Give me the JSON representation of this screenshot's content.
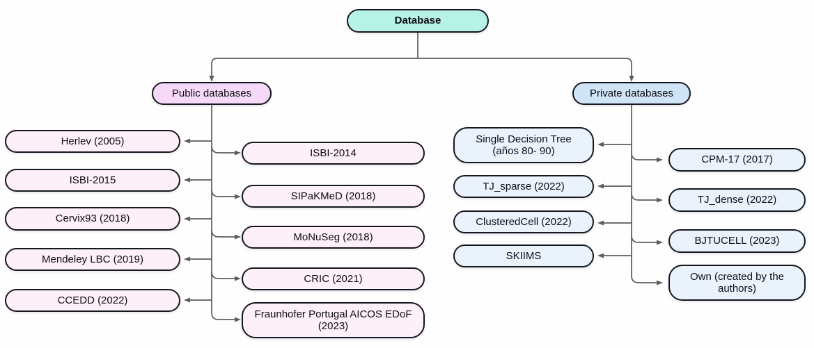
{
  "diagram": {
    "root": {
      "label": "Database"
    },
    "public": {
      "label": "Public databases",
      "left": [
        "Herlev (2005)",
        "ISBI-2015",
        "Cervix93 (2018)",
        "Mendeley LBC (2019)",
        "CCEDD (2022)"
      ],
      "right": [
        "ISBI-2014",
        "SIPaKMeD (2018)",
        "MoNuSeg (2018)",
        "CRIC (2021)",
        "Fraunhofer Portugal AICOS EDoF (2023)"
      ]
    },
    "private": {
      "label": "Private databases",
      "left": [
        "Single Decision Tree (años 80- 90)",
        "TJ_sparse (2022)",
        "ClusteredCell (2022)",
        "SKIIMS"
      ],
      "right": [
        "CPM-17 (2017)",
        "TJ_dense (2022)",
        "BJTUCELL (2023)",
        "Own (created by the authors)"
      ]
    },
    "colors": {
      "root_fill": "#b6f2e6",
      "public_header_fill": "#f6d9f9",
      "public_child_fill": "#fdf0f8",
      "private_header_fill": "#d0e4f8",
      "private_child_fill": "#eaf3fc",
      "node_border": "#16161e",
      "connector": "#5c5c5c"
    }
  }
}
